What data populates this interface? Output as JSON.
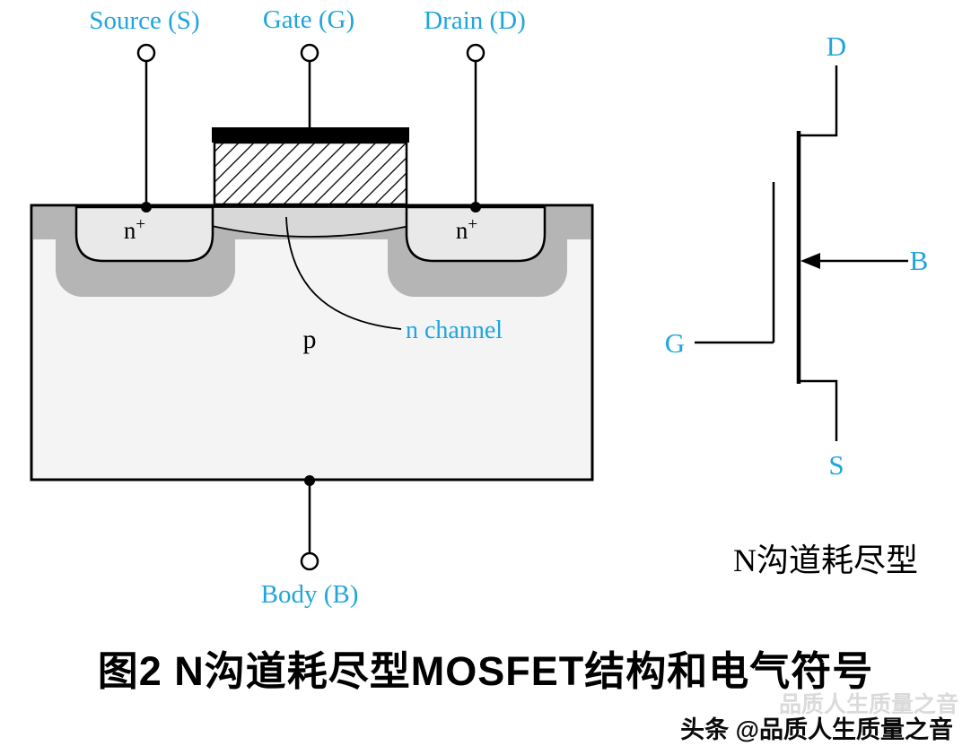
{
  "colors": {
    "cyan": "#1fa5dc",
    "black": "#000000",
    "body_gray": "#f4f4f4",
    "band_gray": "#b5b5b5",
    "well_gray": "#e9e9e9",
    "channel_gray": "#d8d8d8"
  },
  "structure": {
    "source_label": "Source (S)",
    "gate_label": "Gate (G)",
    "drain_label": "Drain (D)",
    "body_label": "Body (B)",
    "p_label": "p",
    "n_channel_label": "n channel",
    "n_plus_base": "n",
    "n_plus_sup": "+"
  },
  "symbol": {
    "drain_label": "D",
    "gate_label": "G",
    "bulk_label": "B",
    "source_label": "S",
    "caption": "N沟道耗尽型"
  },
  "title": "图2 N沟道耗尽型MOSFET结构和电气符号",
  "watermark": {
    "main": "头条 @品质人生质量之音",
    "ghost": "品质人生质量之音"
  }
}
